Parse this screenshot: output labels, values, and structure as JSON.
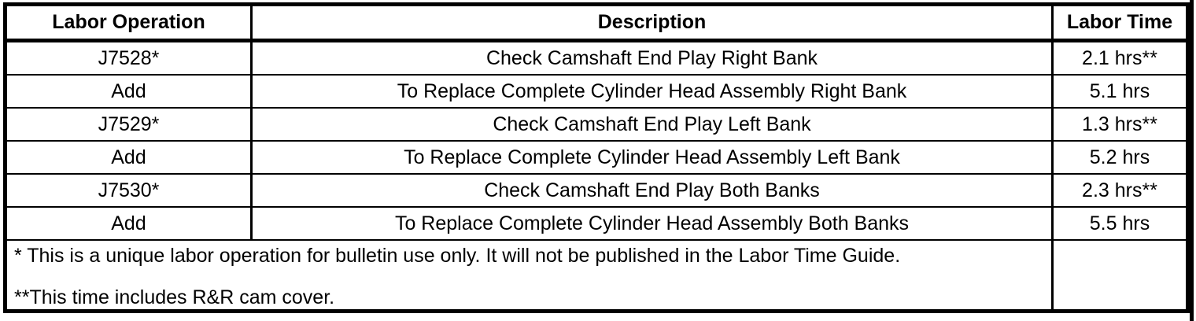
{
  "document": {
    "colors": {
      "border": "#000000",
      "text": "#000000",
      "background": "#ffffff"
    },
    "table": {
      "columns": {
        "labor_operation": "Labor Operation",
        "description": "Description",
        "labor_time": "Labor Time"
      },
      "rows": [
        {
          "labor_operation": "J7528*",
          "description": "Check Camshaft End Play Right Bank",
          "labor_time": "2.1 hrs**"
        },
        {
          "labor_operation": "Add",
          "description": "To Replace Complete Cylinder Head Assembly Right Bank",
          "labor_time": "5.1 hrs"
        },
        {
          "labor_operation": "J7529*",
          "description": "Check Camshaft End Play Left Bank",
          "labor_time": "1.3 hrs**"
        },
        {
          "labor_operation": "Add",
          "description": "To Replace Complete Cylinder Head Assembly Left Bank",
          "labor_time": "5.2 hrs"
        },
        {
          "labor_operation": "J7530*",
          "description": "Check Camshaft End Play Both Banks",
          "labor_time": "2.3 hrs**"
        },
        {
          "labor_operation": "Add",
          "description": "To Replace Complete Cylinder Head Assembly Both Banks",
          "labor_time": "5.5 hrs"
        }
      ],
      "footnotes": [
        "* This is a unique labor operation for bulletin use only. It will not be published in the Labor Time Guide.",
        "**This time includes R&R cam cover."
      ]
    }
  }
}
